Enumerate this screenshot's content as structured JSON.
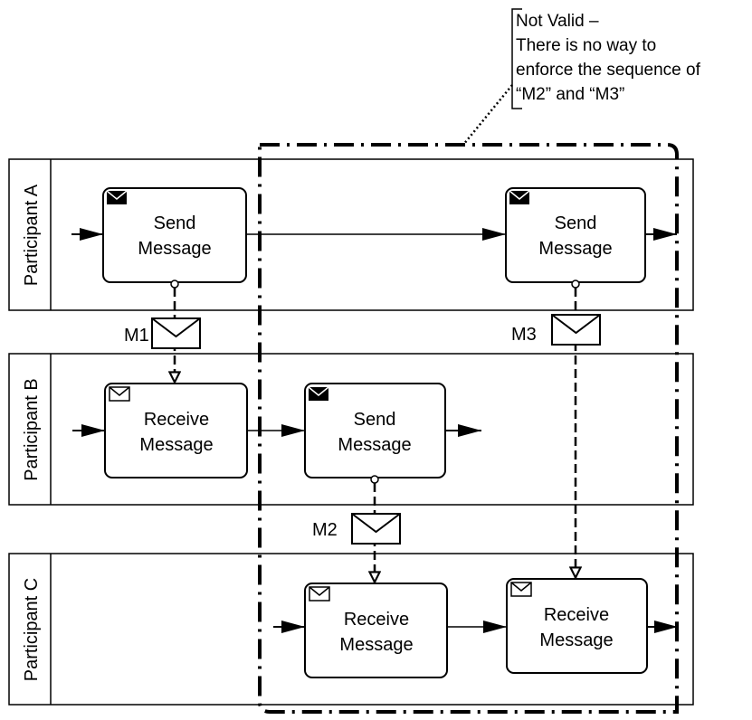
{
  "annotation": {
    "lines": [
      "Not Valid –",
      "There is no way to",
      "enforce the sequence of",
      "“M2” and “M3”"
    ]
  },
  "pools": [
    {
      "label": "Participant A"
    },
    {
      "label": "Participant B"
    },
    {
      "label": "Participant C"
    }
  ],
  "tasks": {
    "a1": {
      "line1": "Send",
      "line2": "Message",
      "icon": "envelope-filled-icon"
    },
    "a2": {
      "line1": "Send",
      "line2": "Message",
      "icon": "envelope-filled-icon"
    },
    "b1": {
      "line1": "Receive",
      "line2": "Message",
      "icon": "envelope-outline-icon"
    },
    "b2": {
      "line1": "Send",
      "line2": "Message",
      "icon": "envelope-filled-icon"
    },
    "c1": {
      "line1": "Receive",
      "line2": "Message",
      "icon": "envelope-outline-icon"
    },
    "c2": {
      "line1": "Receive",
      "line2": "Message",
      "icon": "envelope-outline-icon"
    }
  },
  "messages": {
    "m1": "M1",
    "m2": "M2",
    "m3": "M3"
  }
}
